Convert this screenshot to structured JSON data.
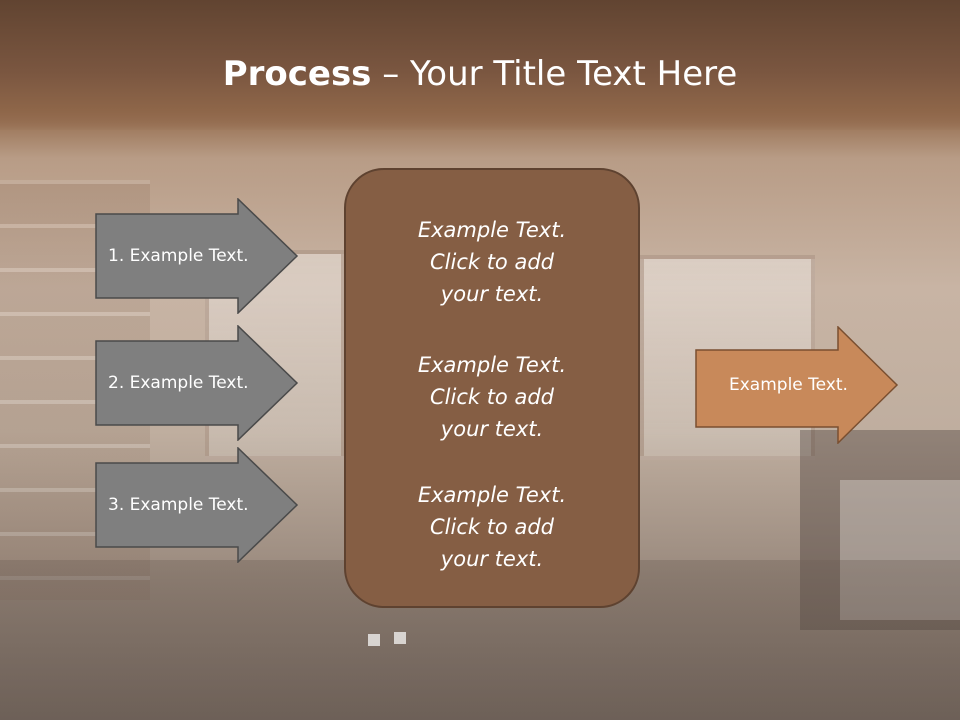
{
  "title": {
    "bold": "Process",
    "rest": " – Your Title Text Here"
  },
  "steps": [
    {
      "label": "1. Example Text."
    },
    {
      "label": "2. Example Text."
    },
    {
      "label": "3. Example Text."
    }
  ],
  "center": {
    "blocks": [
      {
        "line1": "Example Text.",
        "line2": "Click  to add",
        "line3": "your text."
      },
      {
        "line1": "Example Text.",
        "line2": "Click  to add",
        "line3": "your text."
      },
      {
        "line1": "Example Text.",
        "line2": "Click  to add",
        "line3": "your text."
      }
    ]
  },
  "result": {
    "label": "Example Text."
  },
  "colors": {
    "step_fill": "#7f7f7f",
    "result_fill": "#c8895a",
    "center_fill": "#855e44",
    "title_bar": "#7a5640"
  }
}
